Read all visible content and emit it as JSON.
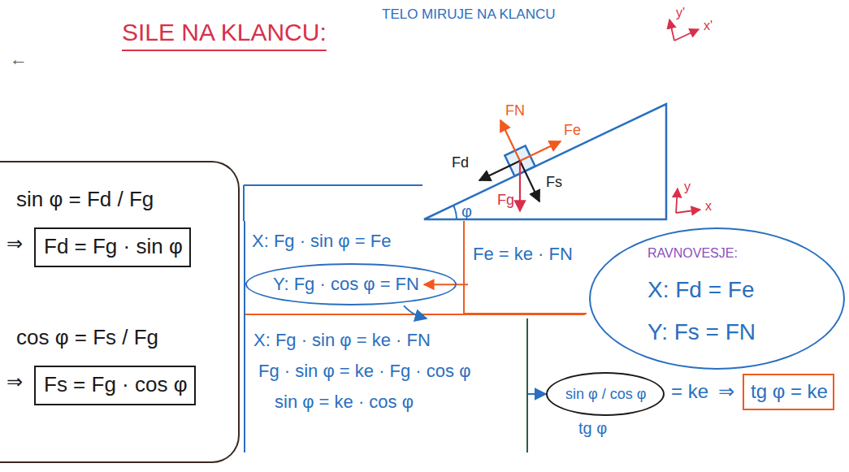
{
  "diagram": {
    "title": "SILE NA KLANCU:",
    "nodes": [
      {
        "text": [
          "sin φ = Fd / Fg",
          "cos φ = Fs / Fg"
        ]
      },
      {
        "text": [
          "Fd = Fg · sin φ"
        ],
        "in": 0
      },
      {
        "text": [
          "Fs = Fg · cos φ"
        ],
        "in": 0
      },
      {
        "text": [
          "X: Fg · sin φ = Fe"
        ]
      },
      {
        "text": [
          "Y: Fg · cos φ = FN"
        ],
        "in": 3
      },
      {
        "text": [
          "Fe = ke · FN"
        ],
        "in": 3
      },
      {
        "text": [
          "X: Fg · sin φ = ke · FN",
          "Fg · sin φ = ke · Fg · cos φ",
          "sin φ = ke · cos φ"
        ]
      },
      {
        "text": [
          "RAVNOVESJE:",
          "X: Fd = Fe",
          "Y: Fs = FN"
        ]
      },
      {
        "text": [
          "sin φ / cos φ"
        ]
      },
      {
        "text": [
          "tg φ = ke"
        ]
      }
    ],
    "edges": [
      {
        "from": 4,
        "to": 6,
        "arrow": "to"
      },
      {
        "from": 6,
        "to": 8,
        "arrow": "to"
      }
    ],
    "labels": [
      "←",
      "TELO MIRUJE NA KLANCU",
      "y'",
      "x'",
      "FN",
      "Fe",
      "Fd",
      "Fs",
      "Fg",
      "φ",
      "y",
      "x",
      "⇒",
      "⇒",
      "tg φ",
      "= ke",
      "⇒"
    ]
  }
}
